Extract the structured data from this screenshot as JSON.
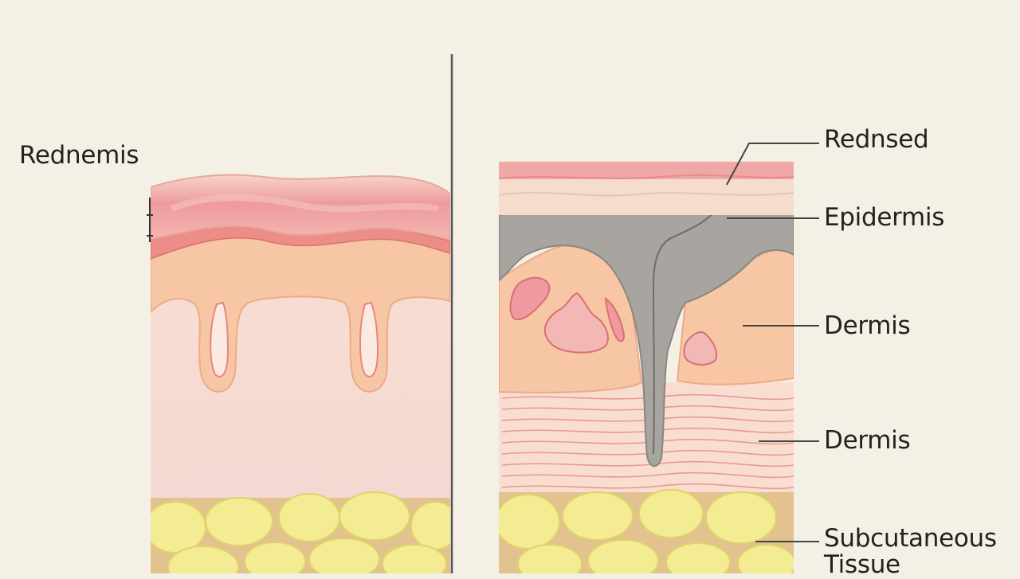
{
  "labels": {
    "left_title": "Rednemis",
    "right": [
      "Rednsed",
      "Epidermis",
      "Dermis",
      "Dermis",
      "Subcutaneous Tissue"
    ]
  },
  "colors": {
    "background": "#f4f0e6",
    "redness": "#e88f97",
    "epidermis_tissue": "#f7c9a6",
    "dermis": "#f6e0d8",
    "fat": "#f3ec93",
    "scab": "#a8a4a0",
    "leader_line": "#444444"
  }
}
